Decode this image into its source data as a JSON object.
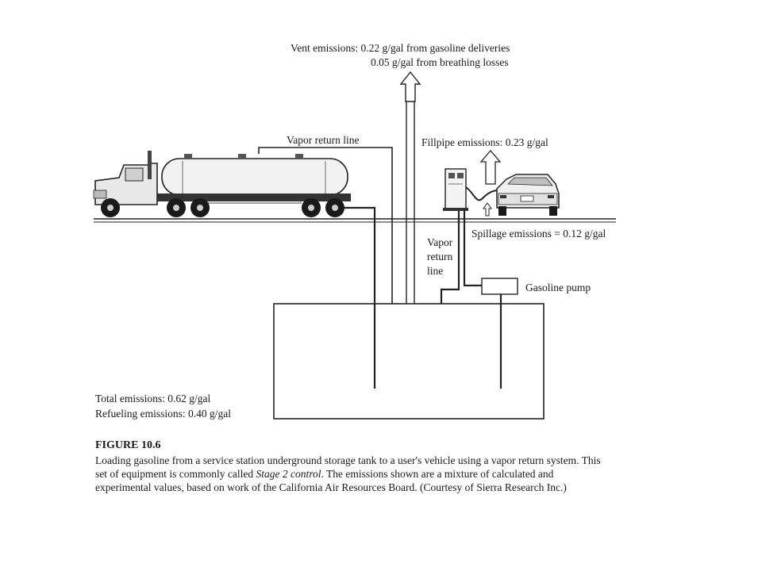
{
  "labels": {
    "vent_line1": "Vent emissions:  0.22 g/gal from gasoline deliveries",
    "vent_line2": "0.05 g/gal from breathing losses",
    "vapor_return_top": "Vapor return line",
    "fillpipe": "Fillpipe emissions:  0.23 g/gal",
    "spillage": "Spillage emissions = 0.12 g/gal",
    "vapor_right_1": "Vapor",
    "vapor_right_2": "return",
    "vapor_right_3": "line",
    "gasoline_pump": "Gasoline pump",
    "total": "Total emissions:  0.62 g/gal",
    "refueling": "Refueling emissions:  0.40 g/gal"
  },
  "caption": {
    "title": "FIGURE 10.6",
    "text_a": "Loading gasoline from a service station underground storage tank to a user's vehicle using a vapor return system. This set of equipment is commonly called ",
    "text_em": "Stage 2 control",
    "text_b": ". The emissions shown are a mixture of calculated and experimental values, based on work of the California Air Resources Board. (Courtesy of Sierra Research Inc.)"
  },
  "icons": [
    "tanker-truck-icon",
    "car-icon",
    "dispenser-icon",
    "arrow-up-icon"
  ]
}
